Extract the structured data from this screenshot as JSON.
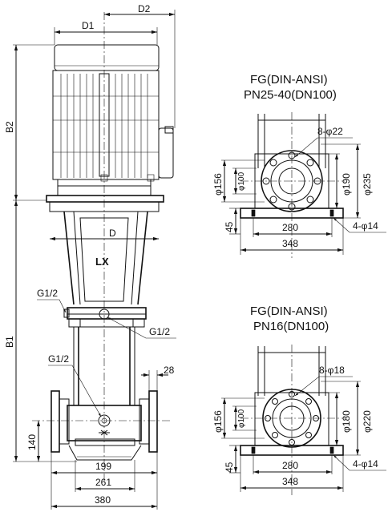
{
  "main_view": {
    "labels": {
      "d1": "D1",
      "d2": "D2",
      "b2": "B2",
      "b1": "B1",
      "d": "D",
      "g1_top": "G1/2",
      "g1_right": "G1/2",
      "g1_bottom": "G1/2",
      "flange_thickness": "28",
      "inlet_height": "140",
      "port_width": "199",
      "base_width": "261",
      "overall_width": "380",
      "logo": "LX"
    }
  },
  "flange_views": [
    {
      "title_line1": "FG(DIN-ANSI)",
      "title_line2": "PN25-40(DN100)",
      "bolt_holes": "8-φ22",
      "inner_dia": "φ100",
      "pitch_dia": "φ156",
      "raised_face_dia": "φ190",
      "outer_dia": "φ235",
      "base_height": "45",
      "base_holes": "4-φ14",
      "hole_spacing": "280",
      "base_length": "348"
    },
    {
      "title_line1": "FG(DIN-ANSI)",
      "title_line2": "PN16(DN100)",
      "bolt_holes": "8-φ18",
      "inner_dia": "φ100",
      "pitch_dia": "φ156",
      "raised_face_dia": "φ180",
      "outer_dia": "φ220",
      "base_height": "45",
      "base_holes": "4-φ14",
      "hole_spacing": "280",
      "base_length": "348"
    }
  ]
}
